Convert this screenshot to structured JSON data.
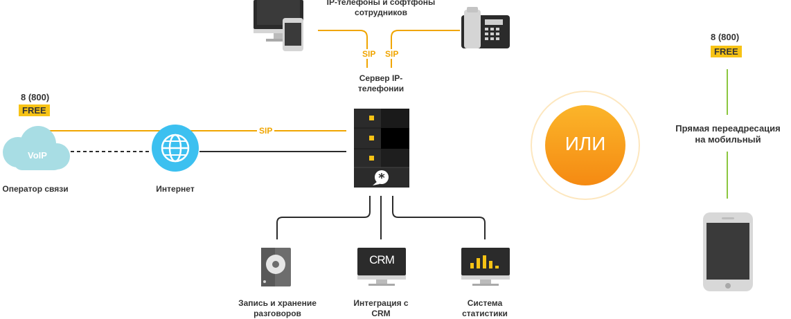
{
  "labels": {
    "ip_phones": "IP-телефоны и софтфоны сотрудников",
    "server": "Сервер IP-телефонии",
    "operator": "Оператор связи",
    "internet": "Интернет",
    "recording": "Запись и хранение разговоров",
    "crm_integration": "Интеграция с CRM",
    "statistics": "Система статистики",
    "forwarding": "Прямая переадресация на мобильный",
    "or": "ИЛИ",
    "voip": "VoIP",
    "crm_screen": "CRM"
  },
  "sip": [
    "SIP",
    "SIP",
    "SIP"
  ],
  "free_left": {
    "number": "8 (800)",
    "badge": "FREE"
  },
  "free_right": {
    "number": "8 (800)",
    "badge": "FREE"
  },
  "colors": {
    "orange": "#f0a500",
    "green": "#8cc63f",
    "globe": "#3cc0f0",
    "cloud": "#a8dde4",
    "dark": "#2b2b2b",
    "badge": "#f7c315"
  }
}
